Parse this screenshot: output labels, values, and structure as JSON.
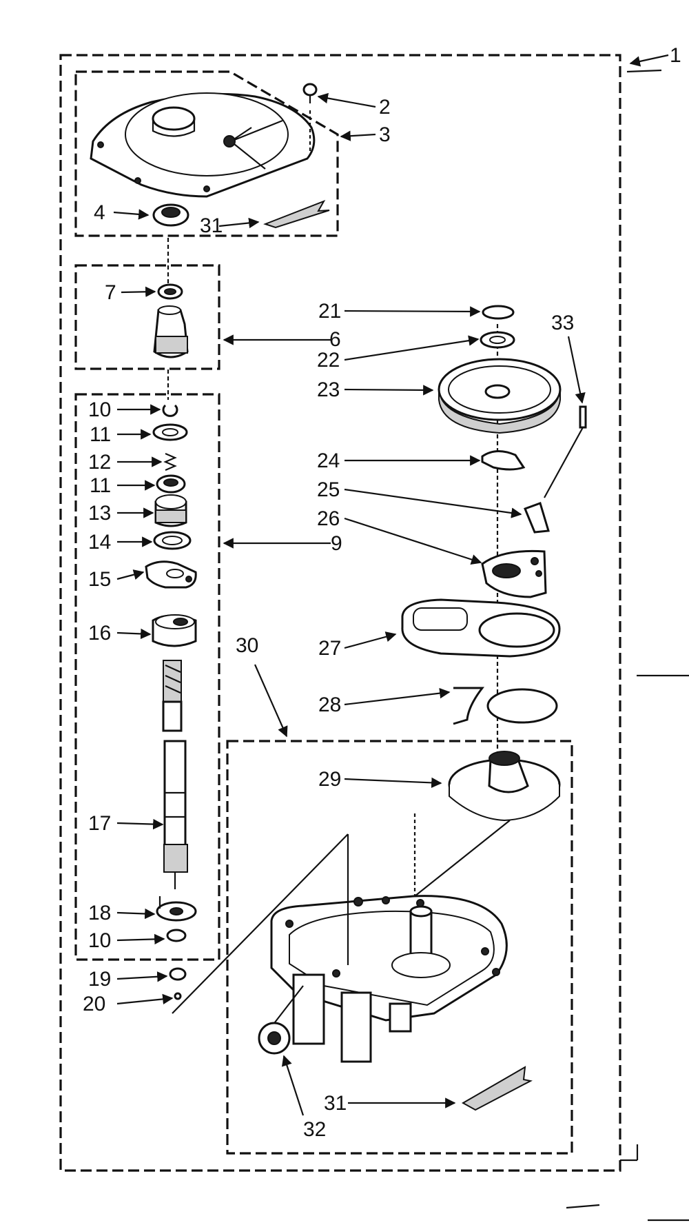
{
  "callouts": {
    "c1": "1",
    "c2": "2",
    "c3": "3",
    "c4": "4",
    "c6": "6",
    "c7": "7",
    "c9": "9",
    "c10a": "10",
    "c10b": "10",
    "c11a": "11",
    "c11b": "11",
    "c12": "12",
    "c13": "13",
    "c14": "14",
    "c15": "15",
    "c16": "16",
    "c17": "17",
    "c18": "18",
    "c19": "19",
    "c20": "20",
    "c21": "21",
    "c22": "22",
    "c23": "23",
    "c24": "24",
    "c25": "25",
    "c26": "26",
    "c27": "27",
    "c28": "28",
    "c29": "29",
    "c30": "30",
    "c31a": "31",
    "c31b": "31",
    "c32": "32",
    "c33": "33"
  }
}
